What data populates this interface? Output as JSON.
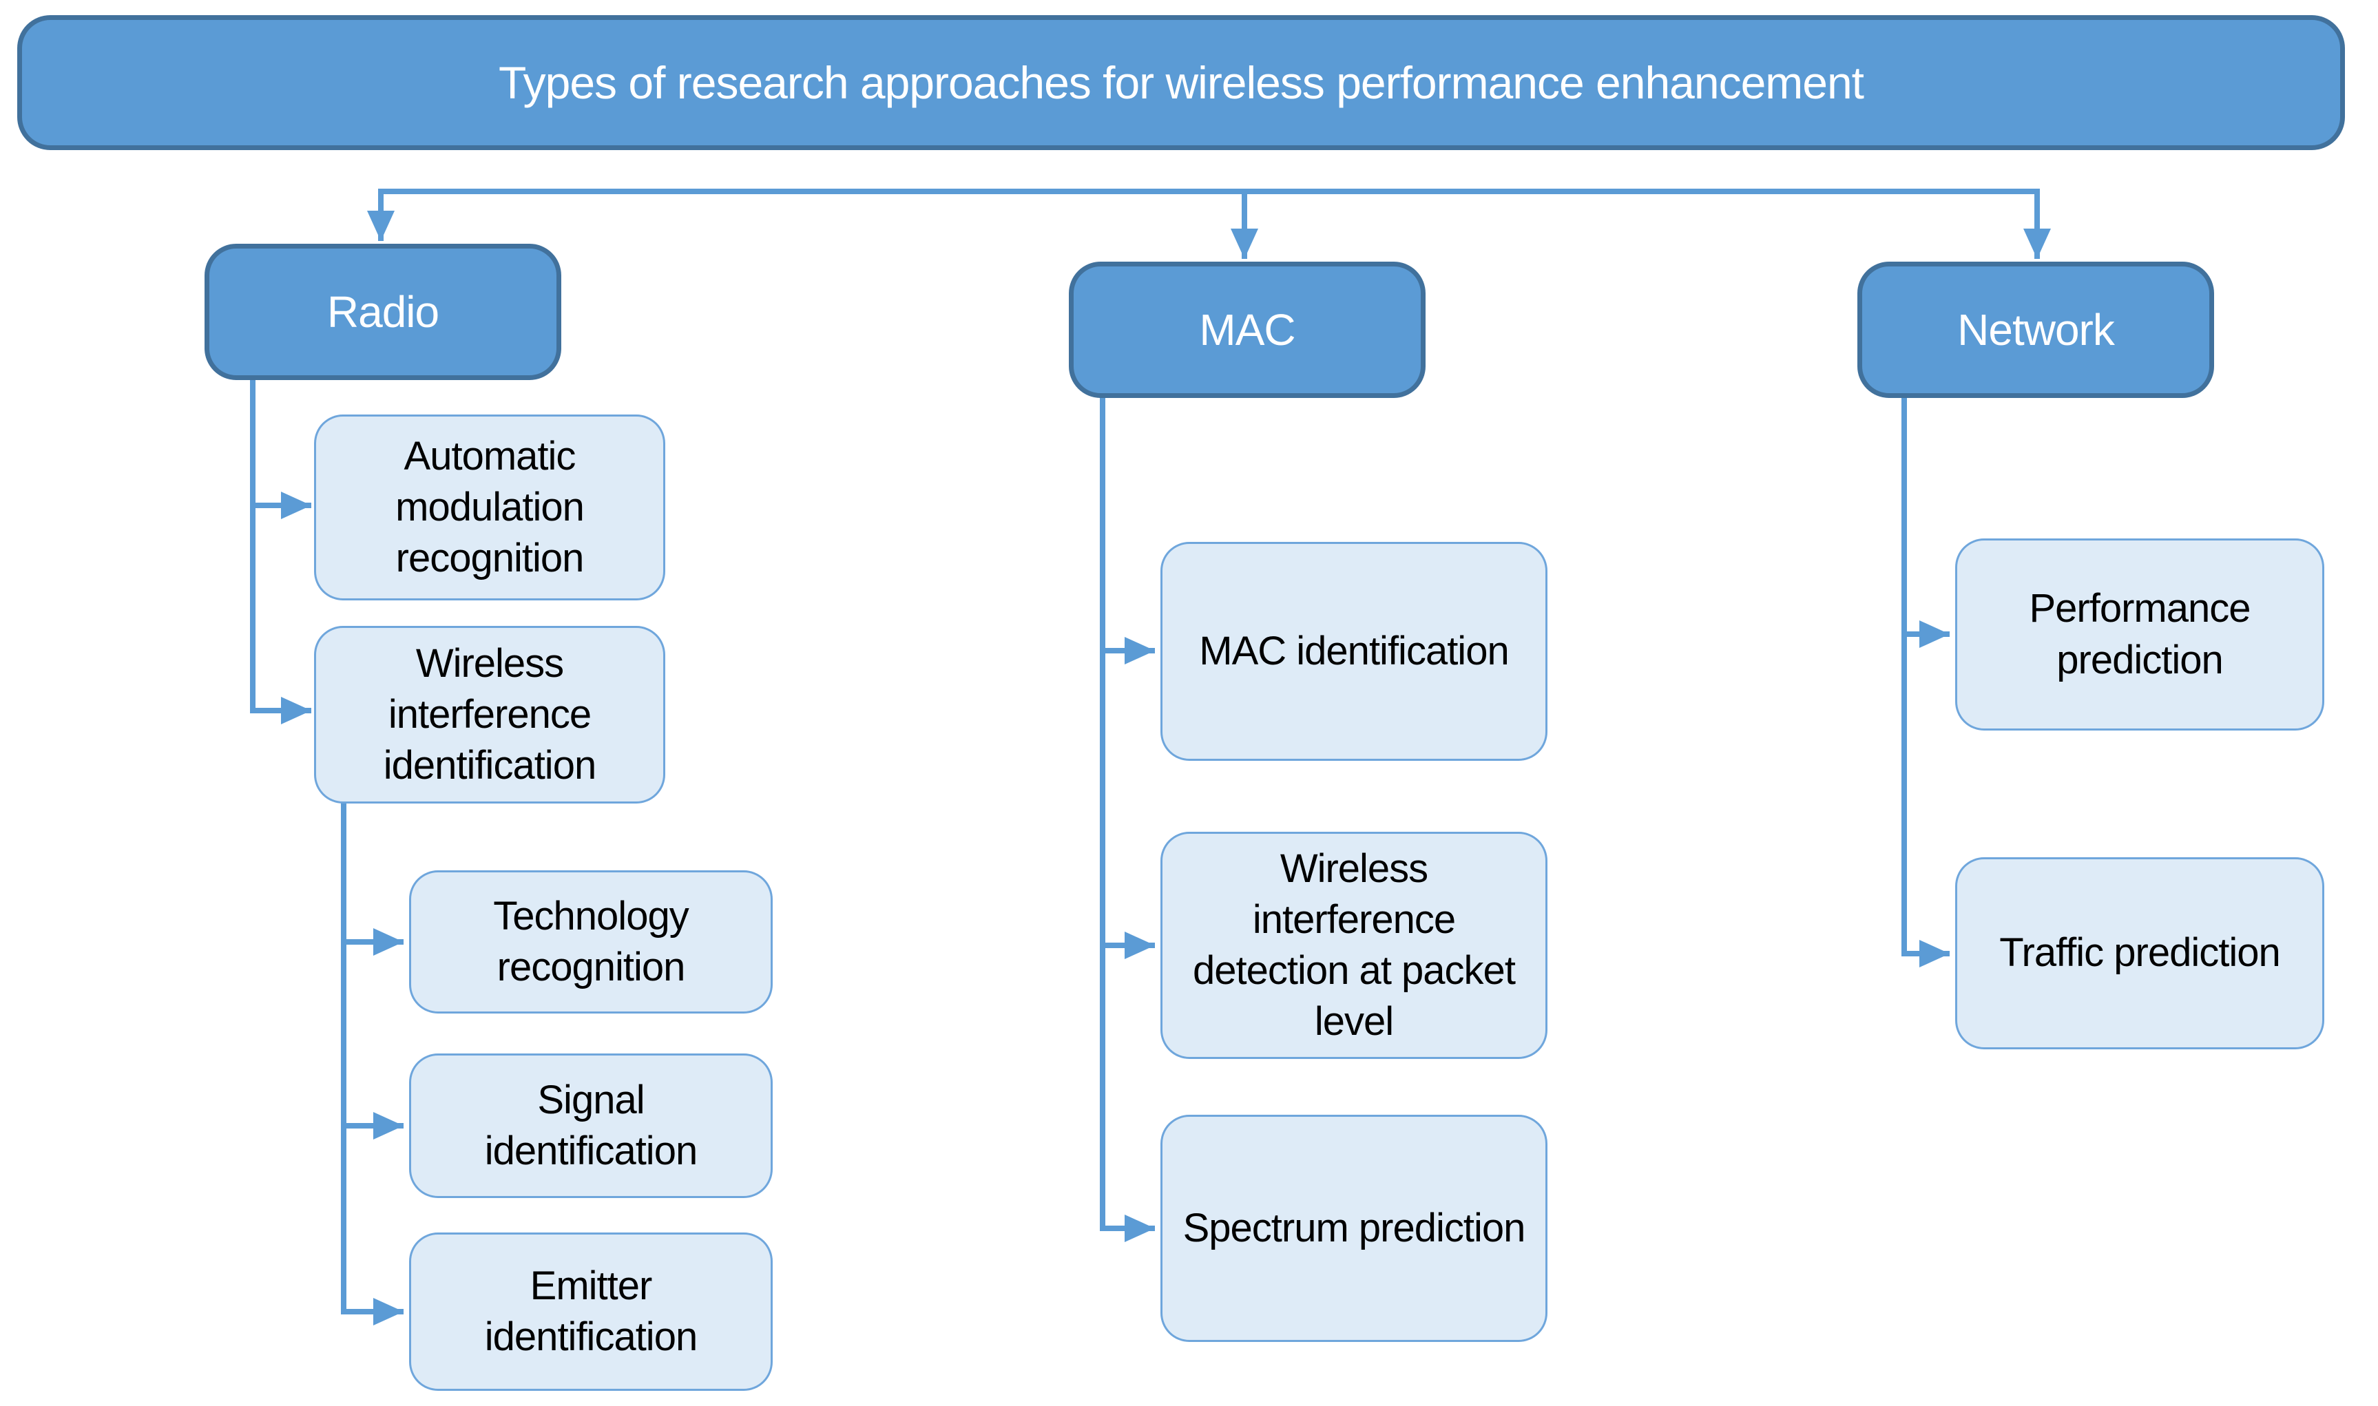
{
  "diagram": {
    "title": "Types of research approaches for wireless performance enhancement",
    "branches": [
      {
        "label": "Radio",
        "children": [
          {
            "label": "Automatic modulation recognition"
          },
          {
            "label": "Wireless interference identification",
            "children": [
              {
                "label": "Technology recognition"
              },
              {
                "label": "Signal identification"
              },
              {
                "label": "Emitter identification"
              }
            ]
          }
        ]
      },
      {
        "label": "MAC",
        "children": [
          {
            "label": "MAC identification"
          },
          {
            "label": "Wireless interference detection at packet level"
          },
          {
            "label": "Spectrum prediction"
          }
        ]
      },
      {
        "label": "Network",
        "children": [
          {
            "label": "Performance prediction"
          },
          {
            "label": "Traffic prediction"
          }
        ]
      }
    ],
    "colors": {
      "primary_fill": "#5B9BD5",
      "primary_border": "#41719C",
      "light_fill": "#DEEBF7",
      "light_border": "#6FA6DC",
      "connector": "#5B9BD5",
      "text_dark": "#000000",
      "text_light": "#FFFFFF"
    }
  }
}
